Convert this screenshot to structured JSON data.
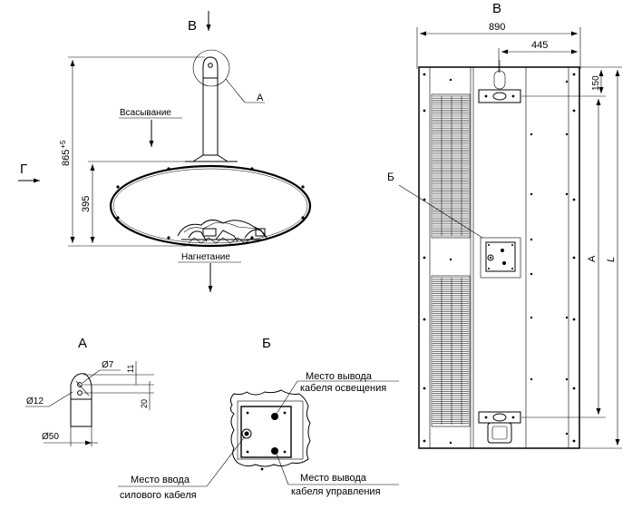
{
  "views": {
    "side_label": "В",
    "front_label": "В",
    "side_arrow_label": "Г",
    "detail_a_label": "А",
    "detail_b_label": "Б",
    "detail_a_callout": "А",
    "detail_b_callout": "Б"
  },
  "side_view": {
    "intake_label": "Всасывание",
    "discharge_label": "Нагнетание",
    "height_label": "865",
    "height_tolerance": "+5",
    "body_height_label": "395"
  },
  "front_view": {
    "width_label": "890",
    "half_width_label": "445",
    "top_offset_label": "150",
    "a_label": "A",
    "l_label": "L"
  },
  "detail_a": {
    "hole_label": "Ø7",
    "pivot_label": "Ø12",
    "tube_label": "Ø50",
    "dim_11_label": "11",
    "dim_20_label": "20"
  },
  "detail_b": {
    "light_cable_line1": "Место вывода",
    "light_cable_line2": "кабеля освещения",
    "power_cable_line1": "Место ввода",
    "power_cable_line2": "силового кабеля",
    "control_cable_line1": "Место вывода",
    "control_cable_line2": "кабеля управления"
  }
}
